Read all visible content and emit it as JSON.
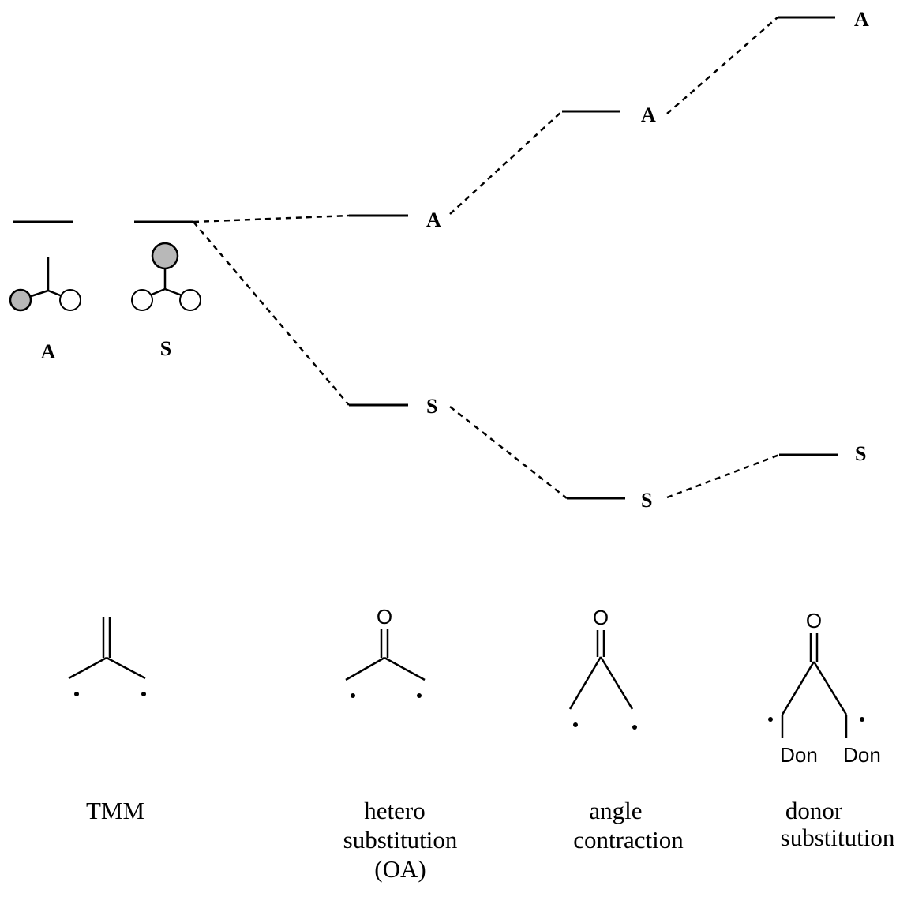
{
  "diagram": {
    "orbitals": {
      "left": {
        "symmetry_label": "A"
      },
      "right": {
        "symmetry_label": "S"
      }
    },
    "levels": {
      "col1": {
        "A": "A",
        "S": "S"
      },
      "col2": {
        "A": "A",
        "S": "S"
      },
      "col3": {
        "A": "A",
        "S": "S"
      }
    },
    "structures": {
      "tmm": {
        "caption": [
          "TMM"
        ]
      },
      "hetero": {
        "atom": "O",
        "caption": [
          "hetero",
          "substitution",
          "(OA)"
        ]
      },
      "angle": {
        "atom": "O",
        "caption": [
          "angle",
          "contraction"
        ]
      },
      "donor": {
        "atom": "O",
        "donor_left": "Don",
        "donor_right": "Don",
        "caption": [
          "donor",
          "substitution"
        ]
      }
    },
    "colors": {
      "ink": "#000000",
      "shading": "#b8b8b8",
      "background": "#ffffff"
    }
  }
}
